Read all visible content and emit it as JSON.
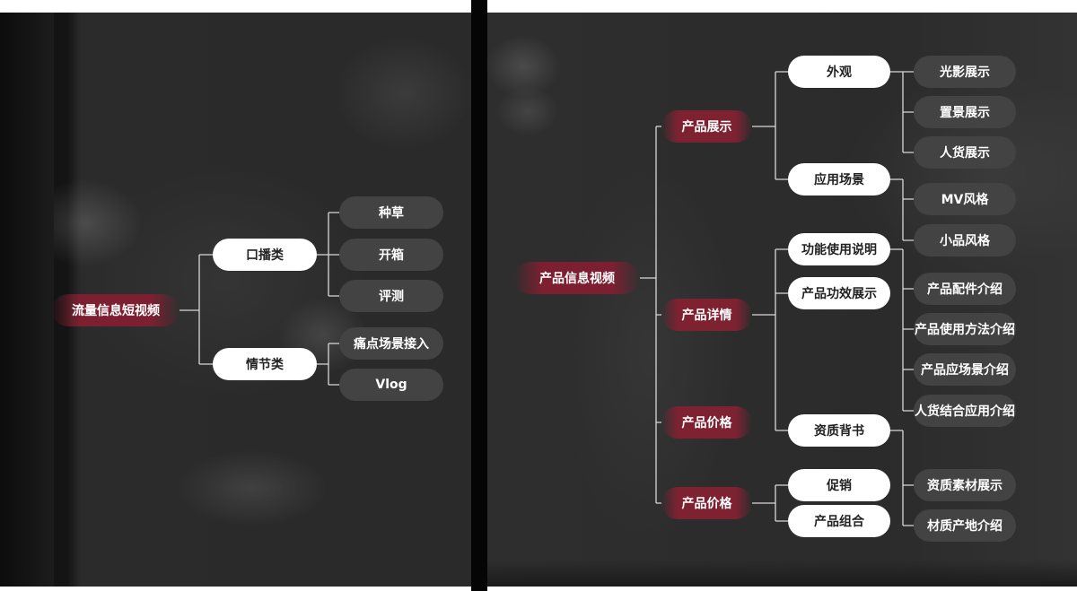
{
  "colors": {
    "root_fill": "#7c2031",
    "mid_fill": "#ffffff",
    "leaf_fill": "#434343",
    "line": "#d8d8d8"
  },
  "left_tree": {
    "root": "流量信息短视频",
    "branches": [
      {
        "label": "口播类",
        "children": [
          "种草",
          "开箱",
          "评测"
        ]
      },
      {
        "label": "情节类",
        "children": [
          "痛点场景接入",
          "Vlog"
        ]
      }
    ]
  },
  "right_tree": {
    "root": "产品信息视频",
    "categories": [
      "产品展示",
      "产品详情",
      "产品价格",
      "产品价格"
    ],
    "subtopics": [
      "外观",
      "应用场景",
      "功能使用说明",
      "产品功效展示",
      "资质背书",
      "促销",
      "产品组合"
    ],
    "details": [
      "光影展示",
      "置景展示",
      "人货展示",
      "MV风格",
      "小品风格",
      "产品配件介绍",
      "产品使用方法介绍",
      "产品应场景介绍",
      "人货结合应用介绍",
      "资质素材展示",
      "材质产地介绍"
    ]
  }
}
